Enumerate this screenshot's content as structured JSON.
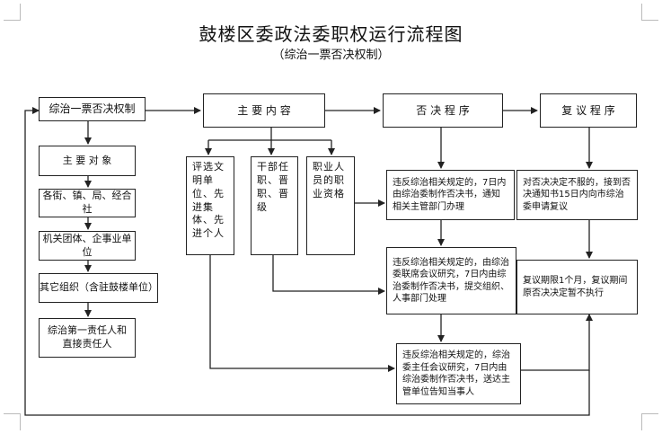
{
  "header": {
    "title": "鼓楼区委政法委职权运行流程图",
    "subtitle": "（综治一票否决权制）"
  },
  "nodes": {
    "root": "综治一票否决权制",
    "main_content": "主 要 内 容",
    "veto_procedure": "否 决 程 序",
    "review_procedure": "复 议 程 序",
    "main_targets": "主 要 对 象",
    "target_1": "各街、镇、局、经合社",
    "target_2": "机关团体、企事业单位",
    "target_3": "其它组织（含驻鼓楼单位）",
    "target_4": "综治第一责任人和直接责任人",
    "content_1": "评选文明单位、先进集体、先进个人",
    "content_2": "干部任职、晋职、晋级",
    "content_3": "职业人员的职业资格",
    "veto_1": "违反综治相关规定的，7日内由综治委制作否决书，通知相关主管部门办理",
    "veto_2": "违反综治相关规定的，由综治委联席会议研究，7日内由综治委制作否决书，提交组织、人事部门处理",
    "veto_3": "违反综治相关规定的，综治委主任会议研究，7日内由综治委制作否决书，送达主管单位告知当事人",
    "review_1": "对否决决定不服的，接到否决通知书15日内向市综治委申请复议",
    "review_2": "复议期限1个月，复议期间原否决决定暂不执行"
  }
}
